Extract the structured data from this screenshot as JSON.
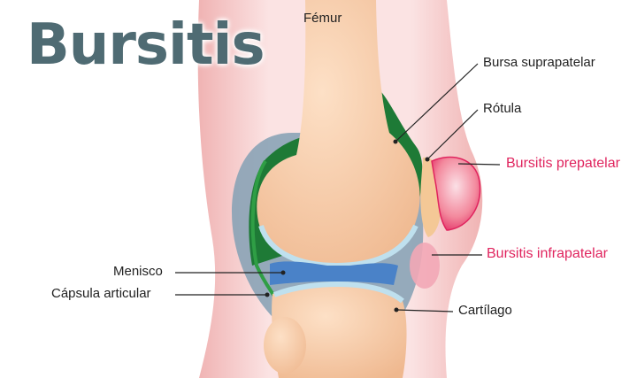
{
  "title": "Bursitis",
  "labels": {
    "femur": "Fémur",
    "bursa_suprapatelar": "Bursa suprapatelar",
    "rotula": "Rótula",
    "bursitis_prepatelar": "Bursitis prepatelar",
    "bursitis_infrapatelar": "Bursitis infrapatelar",
    "menisco": "Menisco",
    "capsula_articular": "Cápsula articular",
    "cartilago": "Cartílago"
  },
  "colors": {
    "skin": "#f6d2d2",
    "bone": "#f7c9a4",
    "capsule": "#8aa3b6",
    "synovial_green": "#1e7a36",
    "cartilage": "#bfe0ee",
    "meniscus": "#4a82c8",
    "inflamed_bursa": "#e0245e",
    "title": "#4f6b73"
  }
}
